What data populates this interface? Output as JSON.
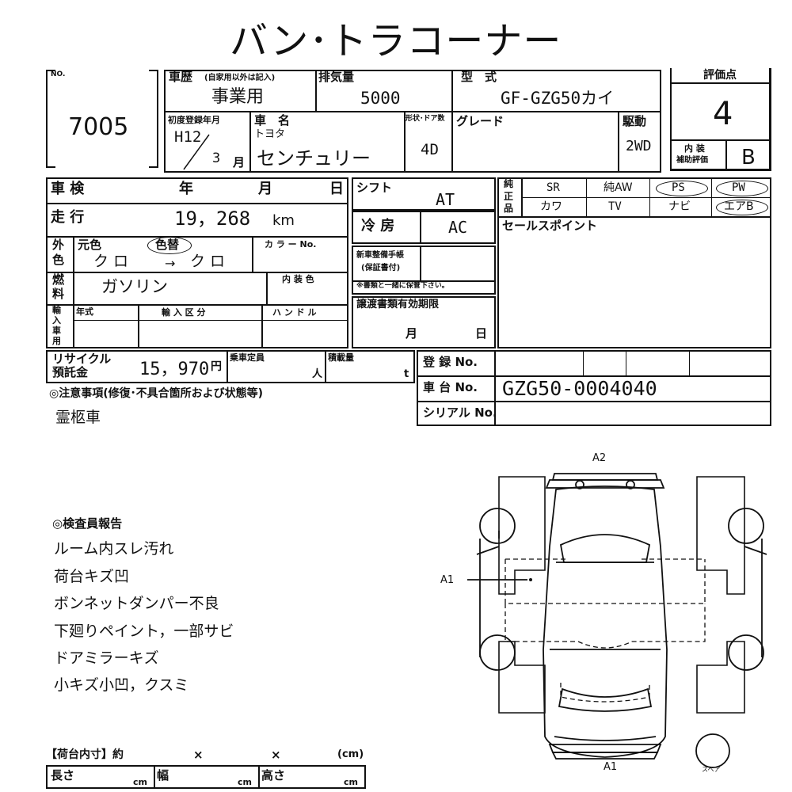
{
  "title": "バン･トラコーナー",
  "lot": {
    "label": "NO.",
    "number": "7005"
  },
  "history": {
    "label": "車歴",
    "note": "(自家用以外は記入)",
    "value": "事業用"
  },
  "displacement": {
    "label": "排気量",
    "value": "5000"
  },
  "model": {
    "label": "型　式",
    "value": "GF-GZG50カイ"
  },
  "score": {
    "label": "評価点",
    "value": "4",
    "interior_label_1": "内 装",
    "interior_label_2": "補助評価",
    "interior_value": "B"
  },
  "first_reg": {
    "label": "初度登録年月",
    "era": "H12",
    "month": "3",
    "month_unit": "月"
  },
  "car_name": {
    "label": "車　名",
    "maker": "トヨタ",
    "value": "センチュリー"
  },
  "body_doors": {
    "label": "形状･ドア数",
    "value": "4D"
  },
  "grade": {
    "label": "グレード",
    "value": ""
  },
  "drive": {
    "label": "駆動",
    "value": "2WD"
  },
  "inspection": {
    "label": "車 検",
    "year": "年",
    "month": "月",
    "day": "日"
  },
  "mileage": {
    "label": "走 行",
    "value": "19，268",
    "unit": "km"
  },
  "color": {
    "label_1": "外",
    "label_2": "色",
    "orig_label": "元色",
    "repaint_label": "色替",
    "from": "ク ロ",
    "arrow": "→",
    "to": "ク ロ",
    "color_no_label": "カ ラ ー No."
  },
  "fuel": {
    "label_1": "燃",
    "label_2": "料",
    "value": "ガソリン",
    "interior_color_label": "内 装 色"
  },
  "import": {
    "label_chars": [
      "輸",
      "入",
      "車",
      "用"
    ],
    "year_label": "年式",
    "category_label": "輸 入 区 分",
    "handle_label": "ハ ン ド ル"
  },
  "shift": {
    "label": "シフト",
    "value": "AT"
  },
  "ac": {
    "label": "冷 房",
    "value": "AC"
  },
  "manual": {
    "label_1": "新車整備手帳",
    "label_2": "(保証書付)",
    "note": "※書類と一緒に保管下さい。"
  },
  "transfer": {
    "label": "譲渡書類有効期限",
    "month": "月",
    "day": "日"
  },
  "equipment": {
    "label_1": "純",
    "label_2": "正",
    "label_3": "品",
    "row1": [
      "SR",
      "純AW",
      "PS",
      "PW"
    ],
    "row2": [
      "カワ",
      "TV",
      "ナビ",
      "エアB"
    ]
  },
  "sales_point": {
    "label": "セールスポイント"
  },
  "recycle": {
    "label_1": "リサイクル",
    "label_2": "預託金",
    "value": "15，970",
    "unit": "円"
  },
  "capacity": {
    "label": "乗車定員",
    "unit": "人"
  },
  "load": {
    "label": "積載量",
    "unit": "t"
  },
  "registration": {
    "label": "登 録 No.",
    "value": ""
  },
  "chassis": {
    "label": "車 台 No.",
    "value": "GZG50-0004040"
  },
  "serial": {
    "label": "シリアル No.",
    "value": ""
  },
  "notes": {
    "label": "◎注意事項(修復･不具合箇所および状態等)",
    "value": "霊柩車"
  },
  "inspector": {
    "label": "◎検査員報告",
    "lines": [
      "ルーム内スレ汚れ",
      "荷台キズ凹",
      "ボンネットダンパー不良",
      "下廻りペイント，一部サビ",
      "ドアミラーキズ",
      "小キズ小凹，クスミ"
    ]
  },
  "cargo": {
    "label": "【荷台内寸】約",
    "times_1": "×",
    "times_2": "×",
    "unit": "(cm)",
    "length_label": "長さ",
    "width_label": "幅",
    "height_label": "高さ",
    "cm": "cm"
  },
  "diagram": {
    "a2": "A2",
    "a1_side": "A1",
    "a1_bottom": "A1",
    "spare": "スペア"
  }
}
